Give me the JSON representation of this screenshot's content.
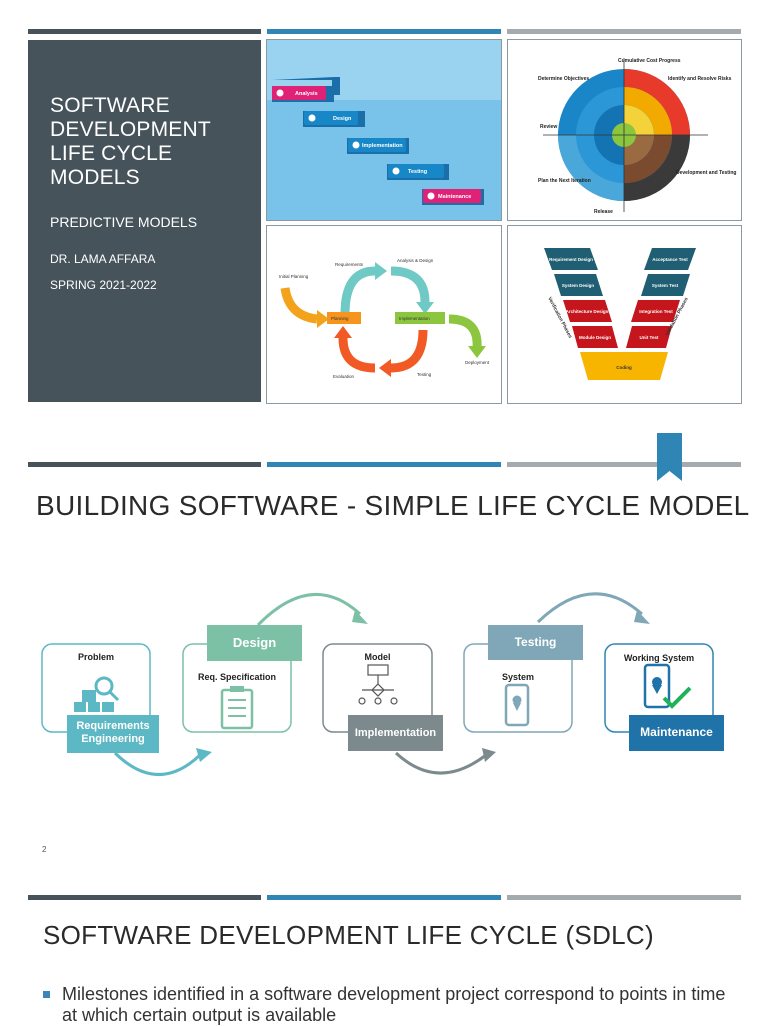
{
  "slide1": {
    "title_lines": [
      "SOFTWARE",
      "DEVELOPMENT",
      "LIFE CYCLE",
      "MODELS"
    ],
    "subtitle": "PREDICTIVE MODELS",
    "author": "DR. LAMA AFFARA",
    "semester": "SPRING 2021-2022",
    "waterfall": {
      "steps": [
        "Analysis",
        "Design",
        "Implementation",
        "Testing",
        "Maintenance"
      ]
    },
    "spiral": {
      "labels": {
        "cost": "Cumulative Cost Progress",
        "objectives": "Determine Objectives",
        "risks": "Identify and Resolve Risks",
        "review": "Review",
        "next": "Plan the Next Iteration",
        "devtest": "Development and Testing",
        "release": "Release"
      }
    },
    "iterative": {
      "labels": {
        "initial": "Initial Planning",
        "requirements": "Requirements",
        "analysis": "Analysis & Design",
        "planning": "Planning",
        "implementation": "Implementation",
        "deployment": "Deployment",
        "evaluation": "Evaluation",
        "testing": "Testing"
      }
    },
    "vmodel": {
      "left": [
        "Requirement Design",
        "System Design",
        "Architecture Design",
        "Module Design"
      ],
      "right": [
        "Acceptance Test",
        "System Test",
        "Integration Test",
        "Unit Test"
      ],
      "bottom": "Coding",
      "left_phase": "Verification Phases",
      "right_phase": "Validation Phases"
    }
  },
  "slide2": {
    "title": "BUILDING SOFTWARE - SIMPLE LIFE CYCLE MODEL",
    "page_number": "2",
    "stages": [
      {
        "title": "Problem",
        "badge": "Requirements Engineering"
      },
      {
        "tab": "Design",
        "title": "Req. Specification"
      },
      {
        "title": "Model",
        "badge": "Implementation"
      },
      {
        "tab": "Testing",
        "title": "System"
      },
      {
        "title": "Working System",
        "badge": "Maintenance"
      }
    ]
  },
  "slide3": {
    "title": "SOFTWARE DEVELOPMENT LIFE CYCLE (SDLC)",
    "bullet": "Milestones identified in a software development project correspond to points in time at which certain output is available"
  }
}
